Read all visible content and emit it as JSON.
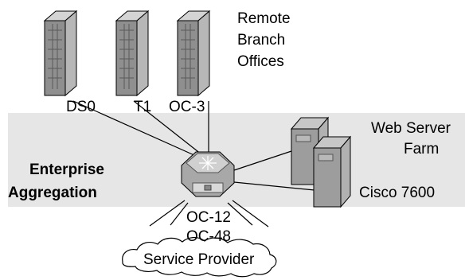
{
  "diagram": {
    "remote_branch_label": [
      "Remote",
      "Branch",
      "Offices"
    ],
    "link_labels": {
      "ds0": "DS0",
      "t1": "T1",
      "oc3": "OC-3"
    },
    "web_server_farm_label": [
      "Web Server",
      "Farm"
    ],
    "enterprise_aggregation_label": [
      "Enterprise",
      "Aggregation"
    ],
    "router_label": "Cisco 7600",
    "provider_links": [
      "OC-12",
      "OC-48"
    ],
    "service_provider_label": "Service Provider",
    "colors": {
      "band": "#e6e6e6",
      "building_front": "#8f8f8f",
      "building_side": "#b7b7b7",
      "building_top": "#d4d4d4",
      "router": "#a8a8a8",
      "server": "#9d9d9d",
      "line": "#000000"
    }
  }
}
